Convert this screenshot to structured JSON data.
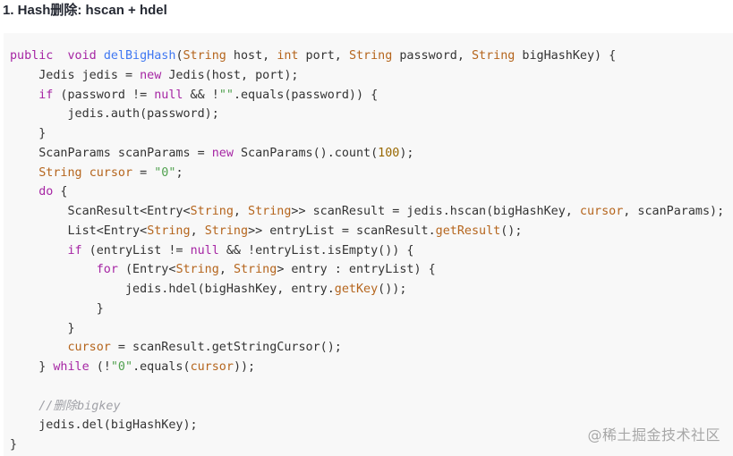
{
  "heading": "1. Hash删除: hscan + hdel",
  "code_lines": [
    [
      [
        "kw",
        "public"
      ],
      [
        "",
        "  "
      ],
      [
        "kw",
        "void"
      ],
      [
        "",
        " "
      ],
      [
        "fn",
        "delBigHash"
      ],
      [
        "",
        "("
      ],
      [
        "ty",
        "String"
      ],
      [
        "",
        " host, "
      ],
      [
        "ty",
        "int"
      ],
      [
        "",
        " port, "
      ],
      [
        "ty",
        "String"
      ],
      [
        "",
        " password, "
      ],
      [
        "ty",
        "String"
      ],
      [
        "",
        " bigHashKey) {"
      ]
    ],
    [
      [
        "",
        "    Jedis jedis = "
      ],
      [
        "kw",
        "new"
      ],
      [
        "",
        " Jedis(host, port);"
      ]
    ],
    [
      [
        "",
        "    "
      ],
      [
        "kw",
        "if"
      ],
      [
        "",
        " (password != "
      ],
      [
        "kw",
        "null"
      ],
      [
        "",
        " && !"
      ],
      [
        "st",
        "\"\""
      ],
      [
        "",
        ".equals(password)) {"
      ]
    ],
    [
      [
        "",
        "        jedis.auth(password);"
      ]
    ],
    [
      [
        "",
        "    }"
      ]
    ],
    [
      [
        "",
        "    ScanParams scanParams = "
      ],
      [
        "kw",
        "new"
      ],
      [
        "",
        " ScanParams().count("
      ],
      [
        "nm",
        "100"
      ],
      [
        "",
        ");"
      ]
    ],
    [
      [
        "",
        "    "
      ],
      [
        "ty",
        "String"
      ],
      [
        "",
        " "
      ],
      [
        "ty",
        "cursor"
      ],
      [
        "",
        " = "
      ],
      [
        "st",
        "\"0\""
      ],
      [
        "",
        ";"
      ]
    ],
    [
      [
        "",
        "    "
      ],
      [
        "kw",
        "do"
      ],
      [
        "",
        " {"
      ]
    ],
    [
      [
        "",
        "        ScanResult<Entry<"
      ],
      [
        "ty",
        "String"
      ],
      [
        "",
        ", "
      ],
      [
        "ty",
        "String"
      ],
      [
        "",
        ">> scanResult = jedis.hscan(bigHashKey, "
      ],
      [
        "ty",
        "cursor"
      ],
      [
        "",
        ", scanParams);"
      ]
    ],
    [
      [
        "",
        "        List<Entry<"
      ],
      [
        "ty",
        "String"
      ],
      [
        "",
        ", "
      ],
      [
        "ty",
        "String"
      ],
      [
        "",
        ">> entryList = scanResult."
      ],
      [
        "ty",
        "getResult"
      ],
      [
        "",
        "();"
      ]
    ],
    [
      [
        "",
        "        "
      ],
      [
        "kw",
        "if"
      ],
      [
        "",
        " (entryList != "
      ],
      [
        "kw",
        "null"
      ],
      [
        "",
        " && !entryList.isEmpty()) {"
      ]
    ],
    [
      [
        "",
        "            "
      ],
      [
        "kw",
        "for"
      ],
      [
        "",
        " (Entry<"
      ],
      [
        "ty",
        "String"
      ],
      [
        "",
        ", "
      ],
      [
        "ty",
        "String"
      ],
      [
        "",
        "> entry : entryList) {"
      ]
    ],
    [
      [
        "",
        "                jedis.hdel(bigHashKey, entry."
      ],
      [
        "ty",
        "getKey"
      ],
      [
        "",
        "());"
      ]
    ],
    [
      [
        "",
        "            }"
      ]
    ],
    [
      [
        "",
        "        }"
      ]
    ],
    [
      [
        "",
        "        "
      ],
      [
        "ty",
        "cursor"
      ],
      [
        "",
        " = scanResult.getStringCursor();"
      ]
    ],
    [
      [
        "",
        "    } "
      ],
      [
        "kw",
        "while"
      ],
      [
        "",
        " (!"
      ],
      [
        "st",
        "\"0\""
      ],
      [
        "",
        ".equals("
      ],
      [
        "ty",
        "cursor"
      ],
      [
        "",
        "));"
      ]
    ],
    [
      [
        "",
        ""
      ]
    ],
    [
      [
        "",
        "    "
      ],
      [
        "cm",
        "//删除bigkey"
      ]
    ],
    [
      [
        "",
        "    jedis.del(bigHashKey);"
      ]
    ],
    [
      [
        "",
        "}"
      ]
    ]
  ],
  "watermark": "@稀土掘金技术社区"
}
